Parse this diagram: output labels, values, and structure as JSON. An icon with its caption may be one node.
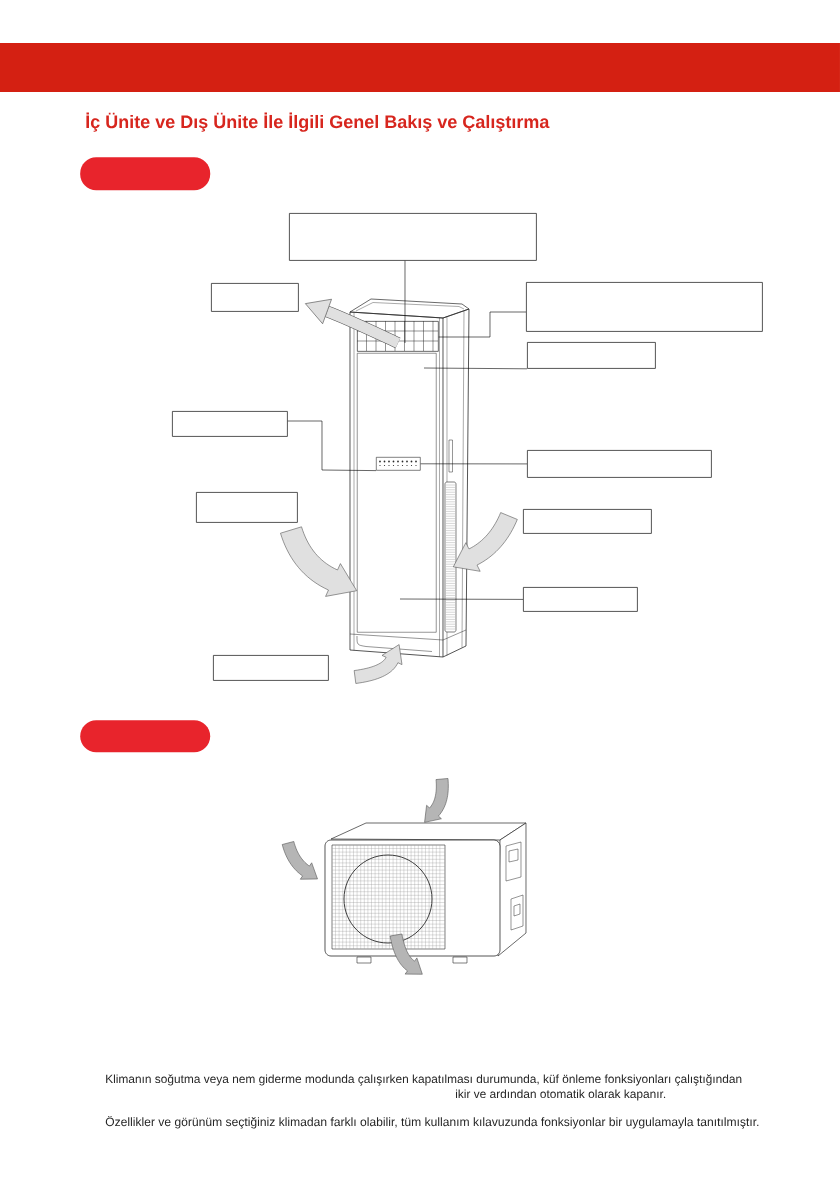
{
  "diagram": {
    "title": "İç Ünite ve Dış Ünite İle İlgili Genel Bakış ve Çalıştırma",
    "nodes": [
      {
        "text": [],
        "shape": "bar"
      },
      {
        "text": [],
        "shape": "box"
      },
      {
        "text": [],
        "shape": "box"
      },
      {
        "text": [],
        "shape": "box"
      },
      {
        "text": [],
        "shape": "box"
      },
      {
        "text": [],
        "shape": "box"
      },
      {
        "text": [],
        "shape": "box"
      },
      {
        "text": [],
        "shape": "box"
      },
      {
        "text": [],
        "shape": "box"
      },
      {
        "text": [],
        "shape": "box",
        "in": 6
      },
      {
        "text": [],
        "shape": "box"
      },
      {
        "text": [],
        "shape": "box"
      },
      {
        "text": [],
        "shape": "box"
      },
      {
        "text": [],
        "shape": "box"
      },
      {
        "text": [],
        "shape": "bar"
      }
    ],
    "edges": [
      {
        "from": 1,
        "to": 4,
        "arrow": "none"
      },
      {
        "from": 3,
        "to": 4,
        "arrow": "none"
      },
      {
        "from": 5,
        "to": 6,
        "arrow": "none"
      },
      {
        "from": 7,
        "to": 9,
        "arrow": "none"
      },
      {
        "from": 8,
        "to": 9,
        "arrow": "none"
      },
      {
        "from": 12,
        "to": 6,
        "arrow": "none"
      },
      {
        "from": 4,
        "to": 2,
        "arrow": "to",
        "style": "thick"
      }
    ],
    "labels": [
      "Klimanın soğutma veya nem giderme modunda çalışırken kapatılması durumunda, küf önleme fonksiyonları çalıştığından",
      "ikir ve ardından otomatik olarak kapanır.",
      "Özellikler ve görünüm seçtiğiniz klimadan farklı olabilir, tüm kullanım kılavuzunda fonksiyonlar bir uygulamayla tanıtılmıştır."
    ]
  }
}
